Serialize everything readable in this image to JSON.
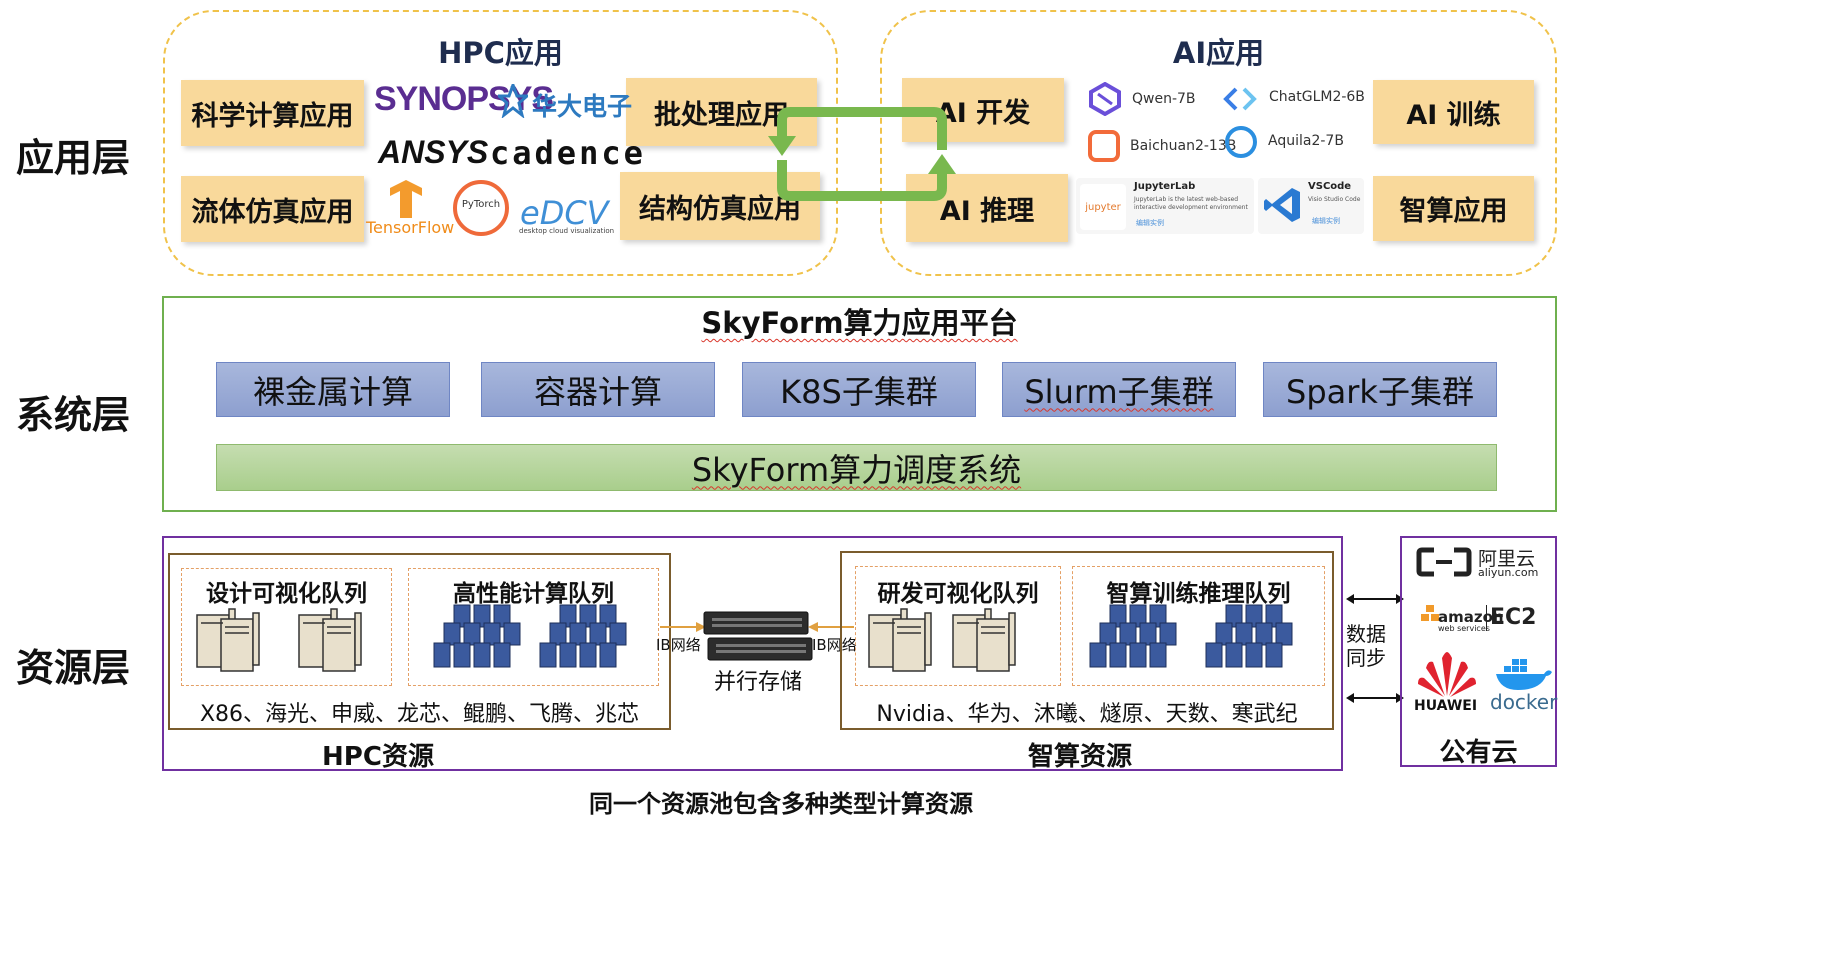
{
  "layers": {
    "app": "应用层",
    "system": "系统层",
    "resource": "资源层"
  },
  "hpc": {
    "title": "HPC应用",
    "boxes": [
      "科学计算应用",
      "流体仿真应用",
      "批处理应用",
      "结构仿真应用"
    ],
    "logos": {
      "synopsys": "SYNOPSYS",
      "huada": "华大电子",
      "ansys": "ANSYS",
      "cadence": "cadence",
      "tensorflow": "TensorFlow",
      "pytorch": "PyTorch",
      "edcv": "eDCV",
      "edcv_sub": "desktop cloud visualization"
    }
  },
  "ai": {
    "title": "AI应用",
    "boxes": [
      "AI 开发",
      "AI 推理",
      "AI 训练",
      "智算应用"
    ],
    "models": [
      "Qwen-7B",
      "ChatGLM2-6B",
      "Baichuan2-13B",
      "Aquila2-7B"
    ],
    "jupyter": {
      "name": "JupyterLab",
      "icon_text": "jupyter",
      "desc": "JupyterLab is the latest web-based interactive development environment",
      "action": "编辑实例"
    },
    "vscode": {
      "name": "VSCode",
      "desc": "Visio Studio Code",
      "action": "编辑实例"
    }
  },
  "platform": {
    "title": "SkyForm算力应用平台",
    "modules": [
      "裸金属计算",
      "容器计算",
      "K8S子集群",
      "Slurm子集群",
      "Spark子集群"
    ],
    "scheduler": "SkyForm算力调度系统"
  },
  "resources": {
    "hpc": {
      "queues": [
        "设计可视化队列",
        "高性能计算队列"
      ],
      "vendors": "X86、海光、申威、龙芯、鲲鹏、飞腾、兆芯",
      "title": "HPC资源"
    },
    "storage": {
      "label": "并行存储",
      "ib_left": "IB网络",
      "ib_right": "IB网络"
    },
    "ai": {
      "queues": [
        "研发可视化队列",
        "智算训练推理队列"
      ],
      "vendors": "Nvidia、华为、沐曦、燧原、天数、寒武纪",
      "title": "智算资源"
    },
    "sync": "数据同步",
    "public_cloud": {
      "title": "公有云",
      "aliyun": "阿里云",
      "aliyun_url": "aliyun.com",
      "amazon": "amazon",
      "amazon_sub": "web services",
      "ec2": "EC2",
      "huawei": "HUAWEI",
      "docker": "docker"
    },
    "footer": "同一个资源池包含多种类型计算资源"
  },
  "colors": {
    "app_box": "#f9d99b",
    "dashed_border": "#f0c24a",
    "system_box": "#8d9fcf",
    "scheduler": "#a9ce8c",
    "platform_border": "#6fb04f",
    "resource_border": "#7030a0",
    "loop_arrow": "#79b84e"
  }
}
